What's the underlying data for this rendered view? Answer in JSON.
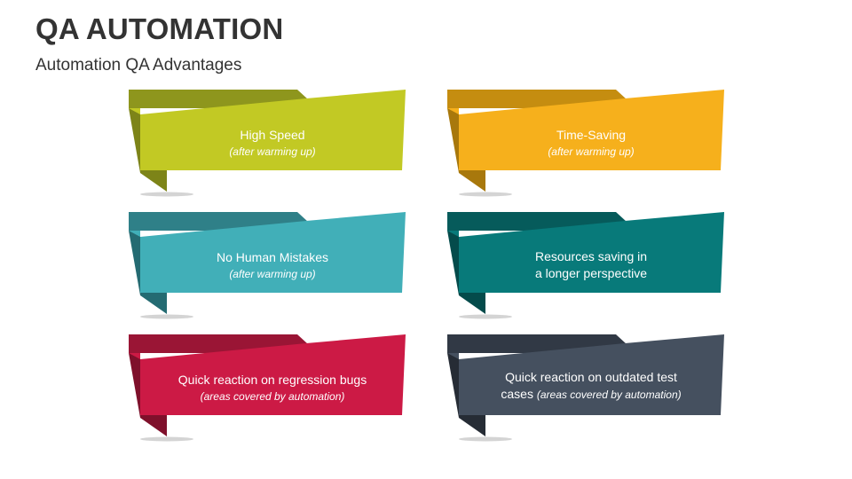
{
  "header": {
    "title": "QA AUTOMATION",
    "subtitle": "Automation QA Advantages"
  },
  "cards": [
    {
      "title": "High Speed",
      "note": "(after warming up)",
      "colors": {
        "main": "#c2c924",
        "band": "#8e961d",
        "fold": "#7d8418"
      }
    },
    {
      "title": "Time-Saving",
      "note": "(after warming up)",
      "colors": {
        "main": "#f6b01c",
        "band": "#c58d10",
        "fold": "#a8780c"
      }
    },
    {
      "title": "No Human Mistakes",
      "note": "(after warming up)",
      "colors": {
        "main": "#41afb8",
        "band": "#2f8088",
        "fold": "#246b72"
      }
    },
    {
      "title": "Resources saving in",
      "title_line2": "a longer perspective",
      "colors": {
        "main": "#087a7a",
        "band": "#065b5b",
        "fold": "#044b4b"
      }
    },
    {
      "title": "Quick reaction on regression bugs",
      "note": "(areas covered by automation)",
      "colors": {
        "main": "#cc1a45",
        "band": "#9a1535",
        "fold": "#7f102b"
      }
    },
    {
      "title": "Quick reaction on outdated test",
      "title_line2": "cases",
      "note": "(areas covered by automation)",
      "colors": {
        "main": "#45505f",
        "band": "#313945",
        "fold": "#262c35"
      }
    }
  ]
}
